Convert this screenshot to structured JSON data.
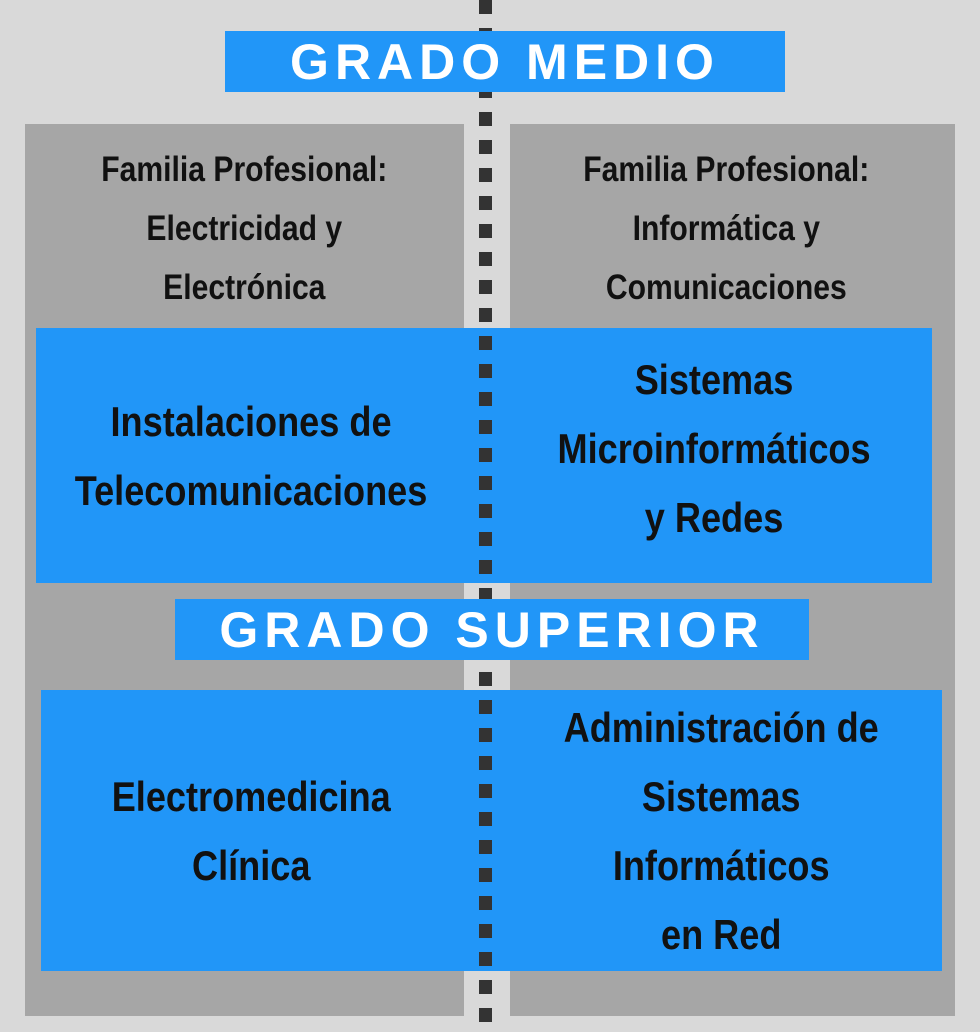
{
  "colors": {
    "background": "#d9d9d9",
    "panel": "#a6a6a6",
    "accent_blue": "#2196f8",
    "divider": "#333333",
    "banner_text": "#ffffff",
    "body_text": "#111111"
  },
  "grado_medio": {
    "title": "GRADO MEDIO",
    "families": [
      {
        "lines": [
          "Familia Profesional:",
          "Electricidad y",
          "Electrónica"
        ]
      },
      {
        "lines": [
          "Familia Profesional:",
          "Informática y",
          "Comunicaciones"
        ]
      }
    ],
    "courses": [
      {
        "lines": [
          "Instalaciones de",
          "Telecomunicaciones"
        ]
      },
      {
        "lines": [
          "Sistemas",
          "Microinformáticos",
          "y Redes"
        ]
      }
    ]
  },
  "grado_superior": {
    "title": "GRADO SUPERIOR",
    "courses": [
      {
        "lines": [
          "Electromedicina",
          "Clínica"
        ]
      },
      {
        "lines": [
          "Administración de",
          "Sistemas",
          "Informáticos",
          "en Red"
        ]
      }
    ]
  }
}
